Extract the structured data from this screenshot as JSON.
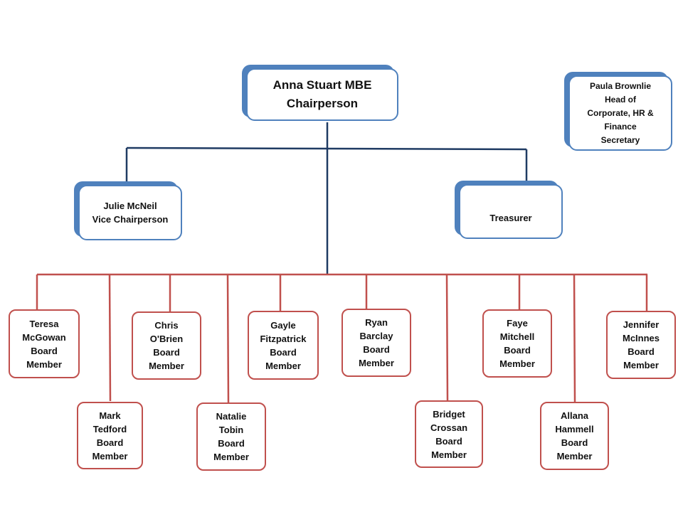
{
  "chairperson": "Anna Stuart MBE\nChairperson",
  "secretary": "Paula Brownlie\nHead of\nCorporate, HR &\nFinance\nSecretary",
  "vice_chair": "Julie McNeil\nVice Chairperson",
  "treasurer": "Treasurer",
  "board_members": [
    "Teresa\nMcGowan\nBoard\nMember",
    "Mark\nTedford\nBoard\nMember",
    "Chris\nO'Brien\nBoard\nMember",
    "Natalie\nTobin\nBoard\nMember",
    "Gayle\nFitzpatrick\nBoard\nMember",
    "Ryan\nBarclay\nBoard\nMember",
    "Bridget\nCrossan\nBoard\nMember",
    "Faye\nMitchell\nBoard\nMember",
    "Allana\nHammell\nBoard\nMember",
    "Jennifer\nMcInnes\nBoard\nMember"
  ],
  "colors": {
    "executive": "#4f81bd",
    "executive_lines": "#1f3b63",
    "board": "#c0504d"
  }
}
